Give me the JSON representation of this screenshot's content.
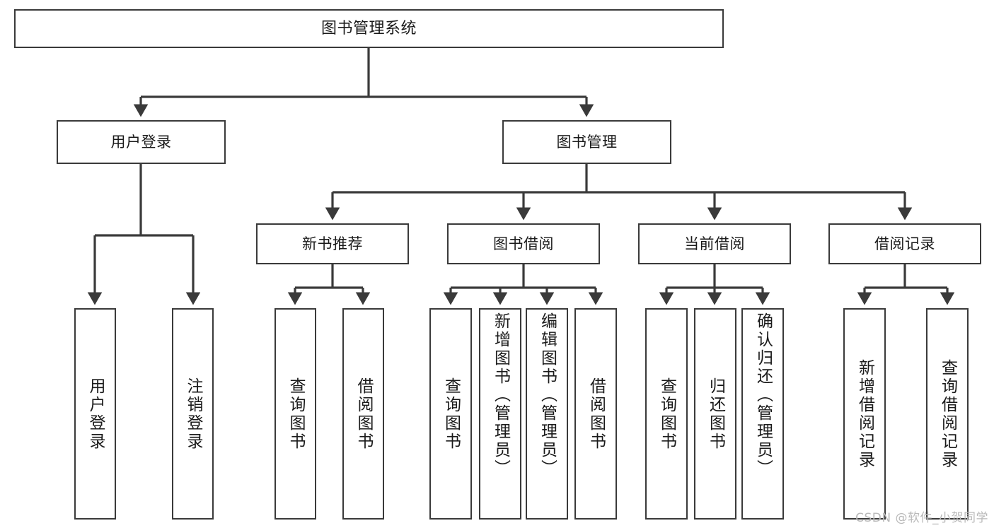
{
  "diagram": {
    "title": "图书管理系统",
    "type": "tree-hierarchy-diagram",
    "watermark": "CSDN @软件_小贺同学",
    "colors": {
      "box_border": "#3a3a3a",
      "box_fill": "#ffffff",
      "connector": "#3a3a3a",
      "text": "#1a1a1a",
      "watermark": "#b9b9b9",
      "background": "#ffffff"
    }
  },
  "root": {
    "label": "图书管理系统"
  },
  "level2": [
    {
      "label": "用户登录"
    },
    {
      "label": "图书管理"
    }
  ],
  "level3": [
    {
      "label": "新书推荐"
    },
    {
      "label": "图书借阅"
    },
    {
      "label": "当前借阅"
    },
    {
      "label": "借阅记录"
    }
  ],
  "leaves": {
    "user_login": [
      {
        "label": "用户登录"
      },
      {
        "label": "注销登录"
      }
    ],
    "new_book_recommend": [
      {
        "label": "查询图书"
      },
      {
        "label": "借阅图书"
      }
    ],
    "book_borrow": [
      {
        "label": "查询图书"
      },
      {
        "label": "新增图书（管理员）"
      },
      {
        "label": "编辑图书（管理员）"
      },
      {
        "label": "借阅图书"
      }
    ],
    "current_borrow": [
      {
        "label": "查询图书"
      },
      {
        "label": "归还图书"
      },
      {
        "label": "确认归还（管理员）"
      }
    ],
    "borrow_record": [
      {
        "label": "新增借阅记录"
      },
      {
        "label": "查询借阅记录"
      }
    ]
  }
}
